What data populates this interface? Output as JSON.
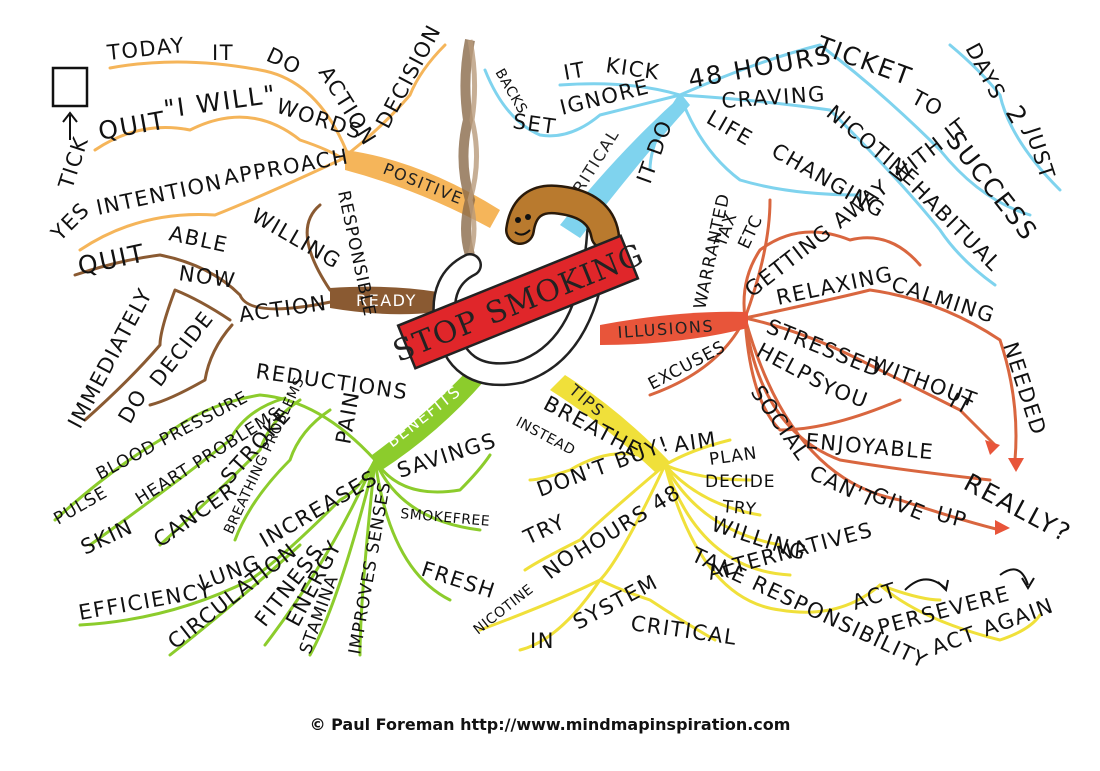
{
  "center": {
    "title": "STOP SMOKING"
  },
  "colors": {
    "positive": "#f5b55a",
    "critical": "#7fd3ee",
    "illusions": "#e8553a",
    "tips": "#f0e03a",
    "benefits": "#8ccc2c",
    "ready": "#8a5a32",
    "title_box": "#e0262a"
  },
  "icons": [
    "cigarette-icon",
    "smoke-icon",
    "worm-icon",
    "checkbox-icon",
    "arrow-up-icon",
    "curved-arrow-icon"
  ],
  "branches": {
    "positive": {
      "label": "POSITIVE",
      "words": {
        "decision": "DECISION",
        "action": "ACTION",
        "do": "DO",
        "it": "IT",
        "today": "TODAY",
        "words": "WORDS",
        "i_will": "\"I WILL\"",
        "quit": "QUIT",
        "tick": "TICK",
        "approach": "APPROACH",
        "intention": "INTENTION",
        "yes": "YES"
      }
    },
    "ready": {
      "label": "READY",
      "words": {
        "responsible": "RESPONSIBLE",
        "willing": "WILLING",
        "able": "ABLE",
        "quit": "QUIT",
        "action": "ACTION",
        "now": "NOW",
        "immediately": "IMMEDIATELY",
        "decide": "DECIDE",
        "do": "DO"
      }
    },
    "critical": {
      "label": "CRITICAL",
      "words": {
        "it_do": "IT DO",
        "backs": "BACKS",
        "set": "SET",
        "ignore": "IGNORE",
        "it": "IT",
        "kick": "KICK",
        "hours_48": "48 HOURS",
        "ticket": "TICKET",
        "to": "TO",
        "success": "SUCCESS",
        "days": "DAYS",
        "two": "2",
        "just": "JUST",
        "craving": "CRAVING",
        "nicotine": "NICOTINE",
        "habitual": "HABITUAL",
        "life": "LIFE",
        "changing": "CHANGING"
      }
    },
    "illusions": {
      "label": "ILLUSIONS",
      "words": {
        "warranted": "WARRANTED",
        "tax": "TAX",
        "etc": "ETC",
        "getting_away_with_it": "GETTING AWAY WITH IT",
        "relaxing": "RELAXING",
        "calming": "CALMING",
        "needed": "NEEDED",
        "stressed": "STRESSED",
        "without": "WITHOUT",
        "it": "IT",
        "helps": "HELPS",
        "you": "YOU",
        "excuses": "EXCUSES",
        "social": "SOCIAL",
        "enjoyable": "ENJOYABLE",
        "cant": "CAN'T",
        "give": "GIVE",
        "up": "UP",
        "really": "REALLY?"
      }
    },
    "tips": {
      "label": "TIPS",
      "words": {
        "breathe": "BREATHE",
        "instead": "INSTEAD",
        "dont_buy": "DON'T BUY!",
        "try": "TRY",
        "hours48": "HOURS 48",
        "nicotine": "NICOTINE",
        "no": "NO",
        "in": "IN",
        "system": "SYSTEM",
        "critical": "CRITICAL",
        "aim": "AIM",
        "plan": "PLAN",
        "decide": "DECIDE",
        "try2": "TRY",
        "willing": "WILLING",
        "alternatives": "ALTERNATIVES",
        "take_responsibility": "TAKE RESPONSIBILITY",
        "act": "ACT",
        "persevere": "PERSEVERE",
        "act_again": "ACT AGAIN"
      }
    },
    "benefits": {
      "label": "BENEFITS",
      "words": {
        "reductions": "REDUCTIONS",
        "pain": "PAIN",
        "breathing_problems": "BREATHING PROBLEMS",
        "stroke": "STROKE",
        "cancer": "CANCER",
        "heart_problems": "HEART PROBLEMS",
        "skin": "SKIN",
        "blood_pressure": "BLOOD PRESSURE",
        "pulse": "PULSE",
        "savings": "SAVINGS",
        "smokefree": "SMOKEFREE",
        "fresh": "FRESH",
        "increases": "INCREASES",
        "lung": "LUNG",
        "efficiency": "EFFICIENCY",
        "circulation": "CIRCULATION",
        "fitness": "FITNESS",
        "energy": "ENERGY",
        "stamina": "STAMINA",
        "improves_senses": "IMPROVES SENSES"
      }
    }
  },
  "credit": "© Paul Foreman http://www.mindmapinspiration.com"
}
